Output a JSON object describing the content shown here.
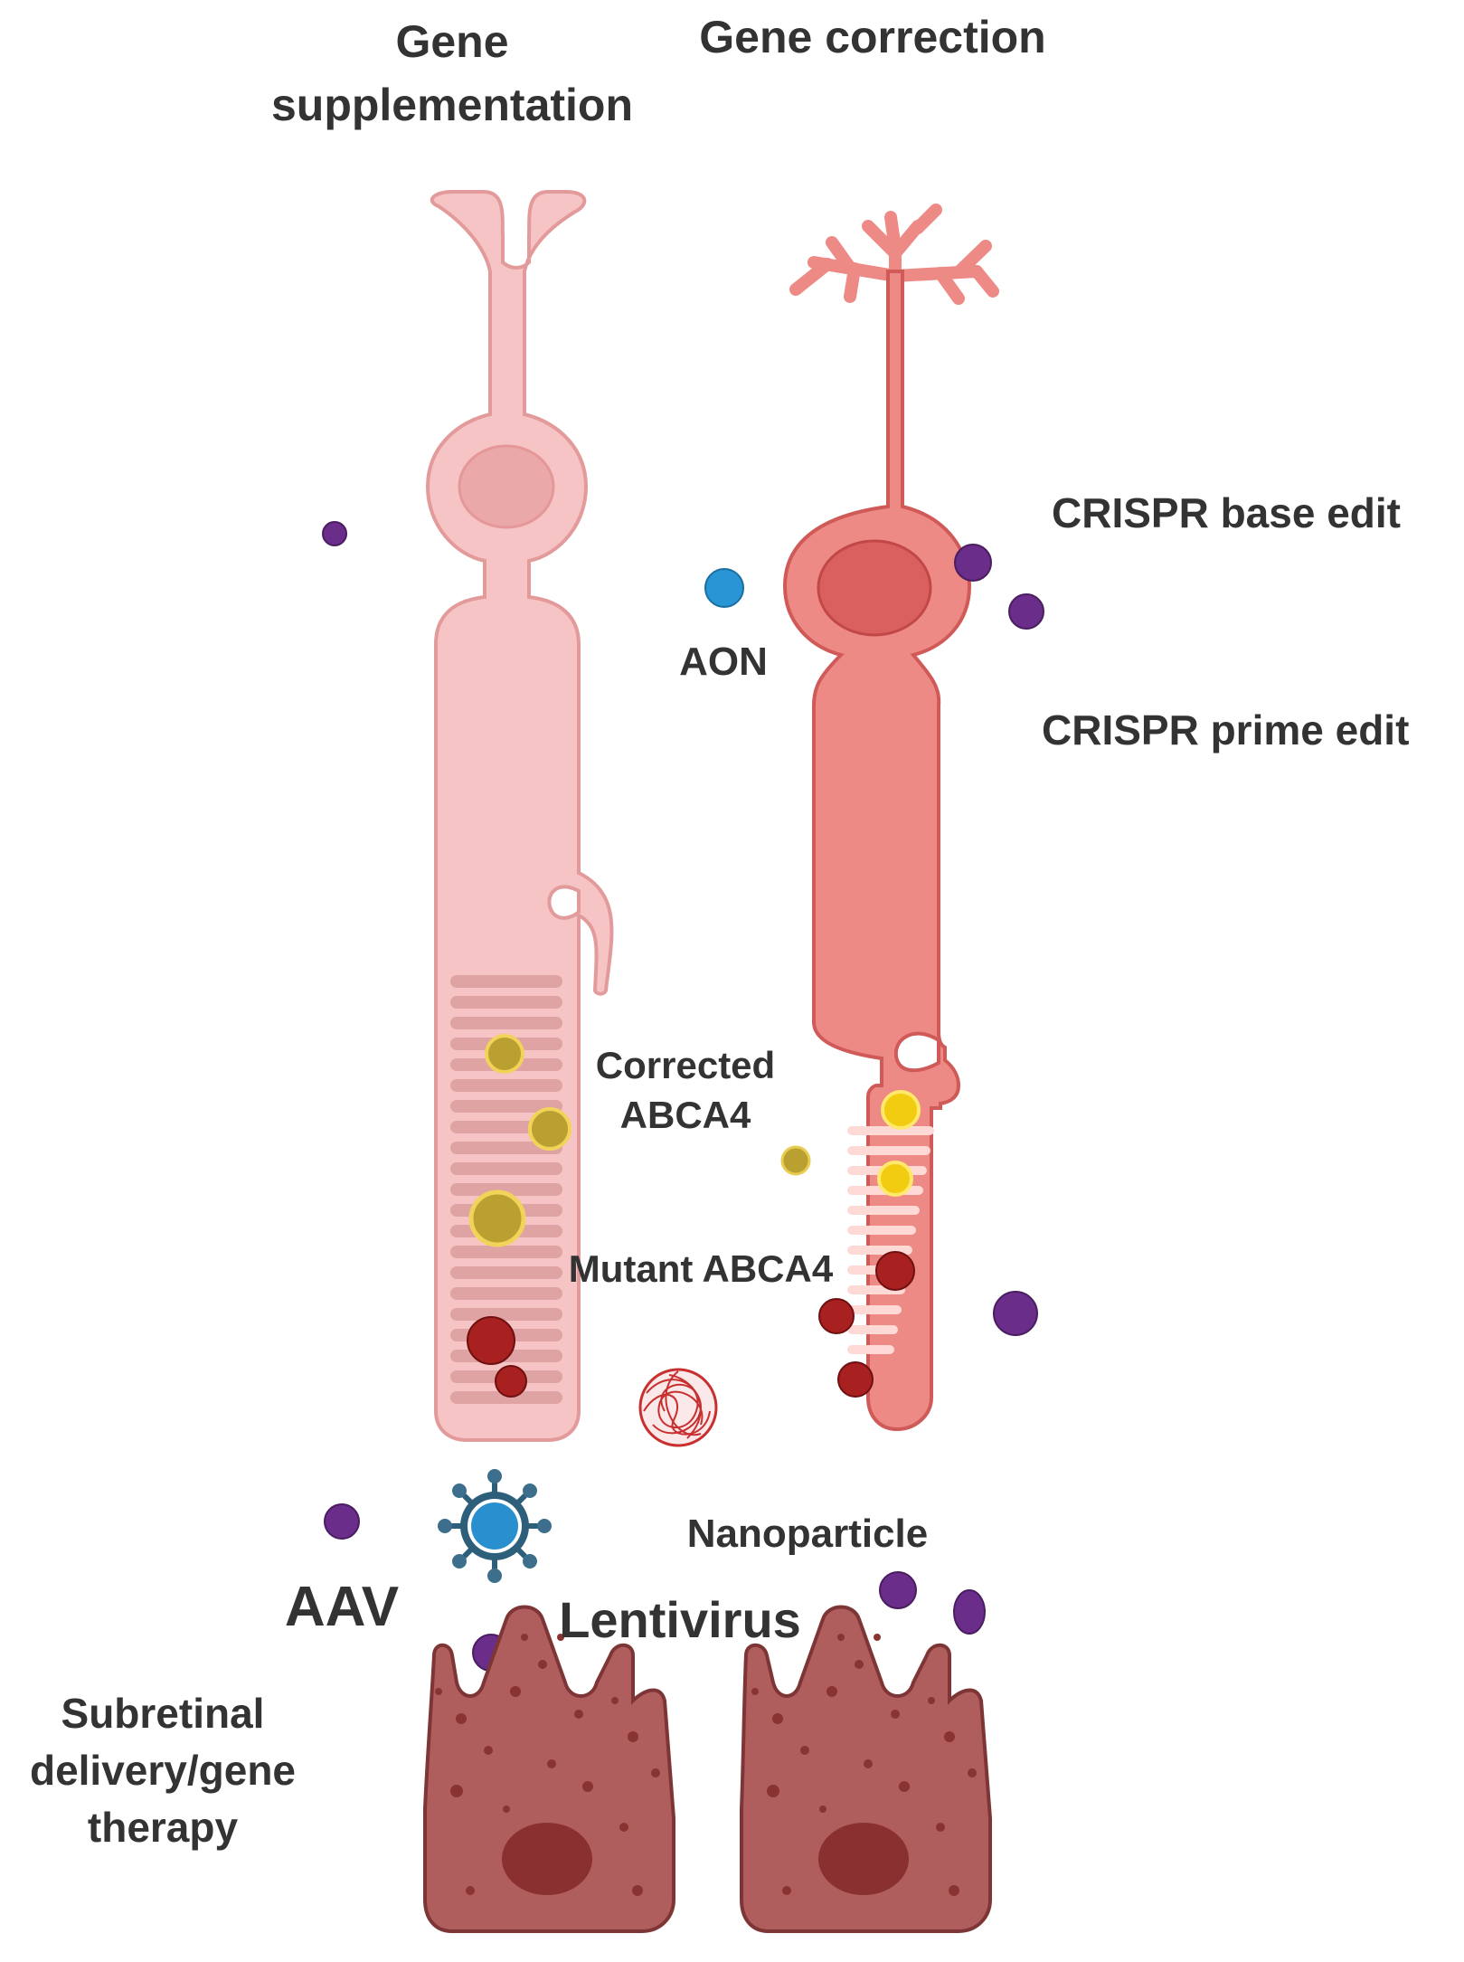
{
  "labels": {
    "gene_supplementation_line1": "Gene",
    "gene_supplementation_line2": "supplementation",
    "gene_correction": "Gene correction",
    "crispr_base_edit": "CRISPR base edit",
    "aon": "AON",
    "crispr_prime_edit": "CRISPR prime edit",
    "corrected_abca4_line1": "Corrected",
    "corrected_abca4_line2": "ABCA4",
    "mutant_abca4": "Mutant ABCA4",
    "nanoparticle": "Nanoparticle",
    "aav": "AAV",
    "lentivirus": "Lentivirus",
    "subretinal_line1": "Subretinal",
    "subretinal_line2": "delivery/gene",
    "subretinal_line3": "therapy"
  },
  "colors": {
    "rod_cell_fill": "#f6c4c4",
    "rod_cell_stroke": "#e29a9a",
    "rod_nucleus": "#eba8a8",
    "cone_cell_fill": "#ee8a86",
    "cone_cell_stroke": "#cf5a57",
    "cone_nucleus": "#d9605f",
    "disc_rod": "#e0a3a3",
    "disc_cone": "#ffd9d6",
    "corrected_protein": "#b9a030",
    "corrected_protein_bright": "#f2cc10",
    "mutant_protein": "#a82020",
    "crispr_particle": "#6b2d8a",
    "aon_particle": "#2a95d4",
    "aav_capsid": "#2a8fcf",
    "aav_outline": "#2e5f7a",
    "rpe_fill": "#b05d5d",
    "rpe_stroke": "#7e3535",
    "rpe_nucleus": "#8a3030",
    "nanoparticle": "#c83030"
  }
}
